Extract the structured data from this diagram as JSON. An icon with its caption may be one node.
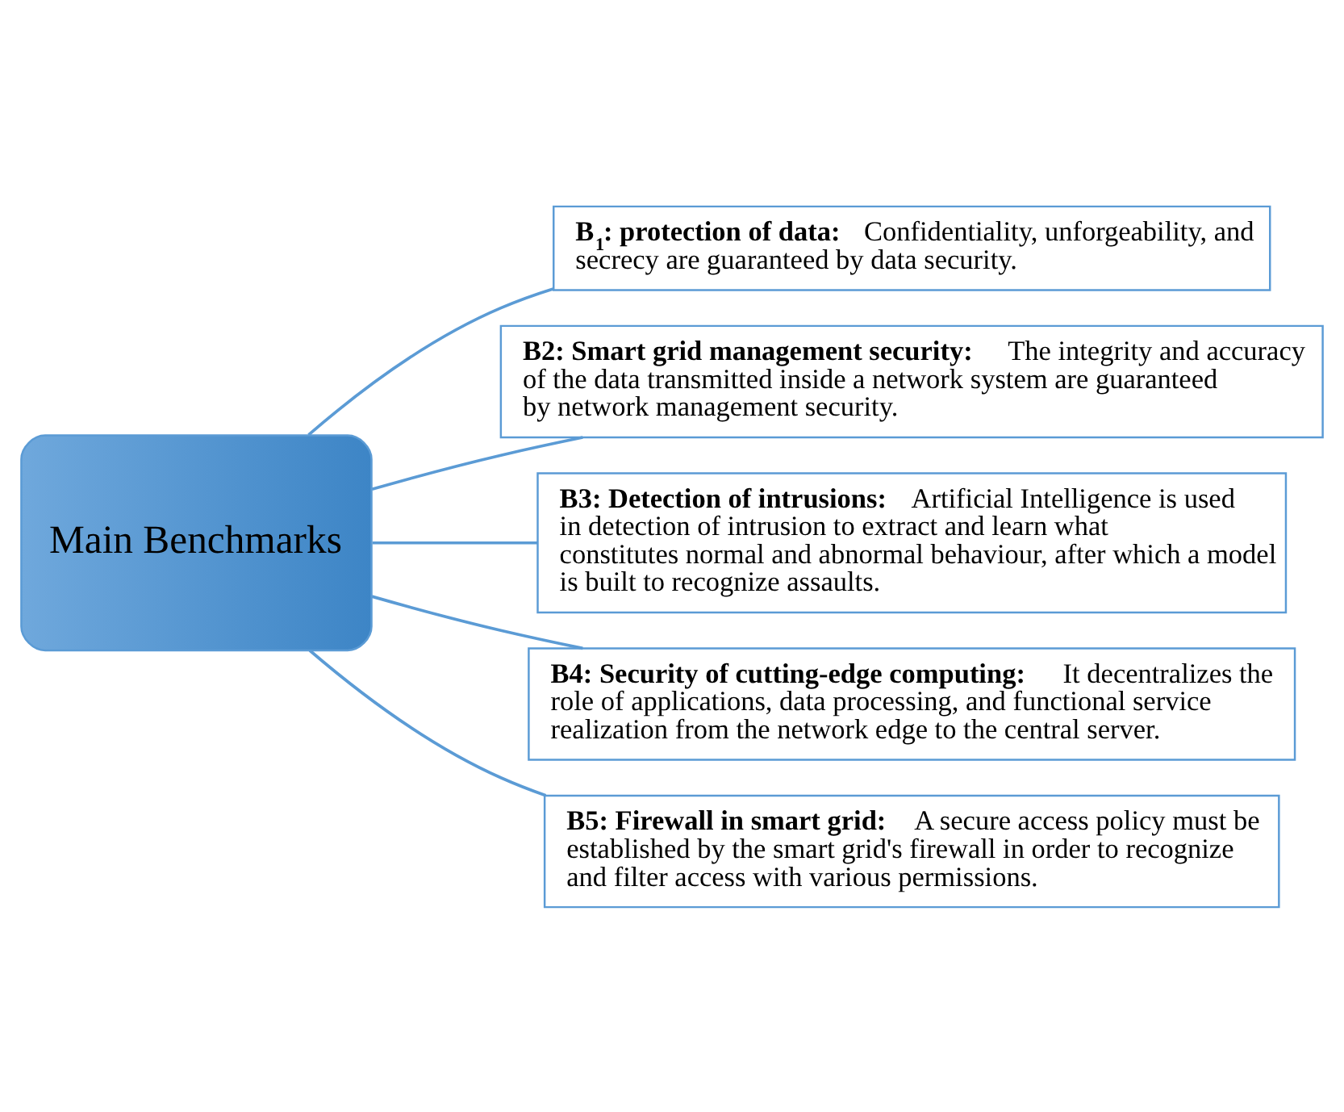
{
  "diagram": {
    "nodes": [
      {
        "text": [
          "Main Benchmarks"
        ]
      },
      {
        "text": [
          "**B$_{1}$: protection of data:** Confidentiality, unforgeability, and secrecy are guaranteed by data security."
        ]
      },
      {
        "text": [
          "**B2: Smart grid management security:** The integrity and accuracy of the data transmitted inside a network system are guaranteed by network management security."
        ]
      },
      {
        "text": [
          "**B3: Detection of intrusions:** Artificial Intelligence is used in detection of intrusion to extract and learn what constitutes normal and abnormal behaviour, after which a model is built to recognize assaults."
        ]
      },
      {
        "text": [
          "**B4: Security of cutting-edge computing:** It decentralizes the role of applications, data processing, and functional service realization from the network edge to the central server."
        ]
      },
      {
        "text": [
          "**B5: Firewall in smart grid:** A secure access policy must be established by the smart grid's firewall in order to recognize and filter access with various permissions."
        ]
      }
    ],
    "edges": [
      {
        "from": 0,
        "to": 1,
        "arrow": "none"
      },
      {
        "from": 0,
        "to": 2,
        "arrow": "none"
      },
      {
        "from": 0,
        "to": 3,
        "arrow": "none"
      },
      {
        "from": 0,
        "to": 4,
        "arrow": "none"
      },
      {
        "from": 0,
        "to": 5,
        "arrow": "none"
      }
    ]
  }
}
